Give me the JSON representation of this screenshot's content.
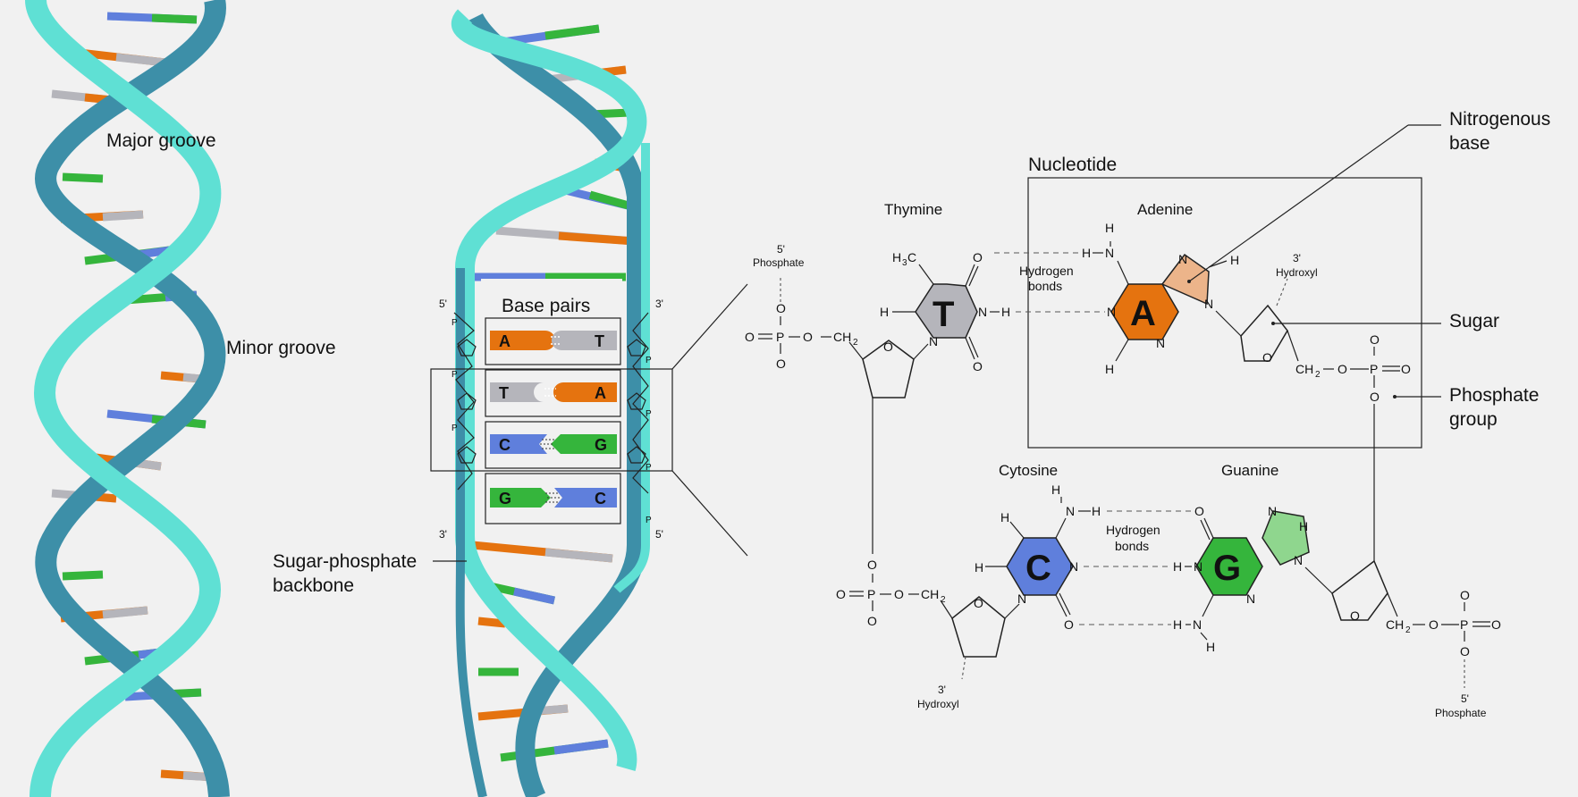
{
  "labels": {
    "major_groove": "Major groove",
    "minor_groove": "Minor groove",
    "base_pairs": "Base pairs",
    "backbone_line1": "Sugar-phosphate",
    "backbone_line2": "backbone",
    "nucleotide": "Nucleotide",
    "nitrogenous_base_line1": "Nitrogenous",
    "nitrogenous_base_line2": "base",
    "sugar": "Sugar",
    "phosphate_group_line1": "Phosphate",
    "phosphate_group_line2": "group",
    "thymine": "Thymine",
    "adenine": "Adenine",
    "cytosine": "Cytosine",
    "guanine": "Guanine",
    "hydrogen_bonds_line1": "Hydrogen",
    "hydrogen_bonds_line2": "bonds",
    "phosphate_5_line1": "5'",
    "phosphate_5_line2": "Phosphate",
    "hydroxyl_3_line1": "3'",
    "hydroxyl_3_line2": "Hydroxyl",
    "end_5": "5'",
    "end_3": "3'",
    "p_mark": "P"
  },
  "base_pairs": [
    {
      "left": "A",
      "right": "T"
    },
    {
      "left": "T",
      "right": "A"
    },
    {
      "left": "C",
      "right": "G"
    },
    {
      "left": "G",
      "right": "C"
    }
  ],
  "base_letters": {
    "thymine": "T",
    "adenine": "A",
    "cytosine": "C",
    "guanine": "G"
  },
  "atoms": {
    "N": "N",
    "O": "O",
    "H": "H",
    "P": "P",
    "CH3_C": "C",
    "CH3_H": "H",
    "CH3_sub": "3",
    "CH2": "CH",
    "CH2_sub": "2"
  },
  "colors": {
    "background": "#f1f1f1",
    "strand_light": "#5fe0d4",
    "strand_dark": "#3d8fa8",
    "adenine": "#e5730f",
    "adenine_light": "#ecb48a",
    "thymine": "#b5b5bb",
    "cytosine": "#5f7fdc",
    "guanine": "#35b53c",
    "guanine_light": "#8fd68e"
  }
}
